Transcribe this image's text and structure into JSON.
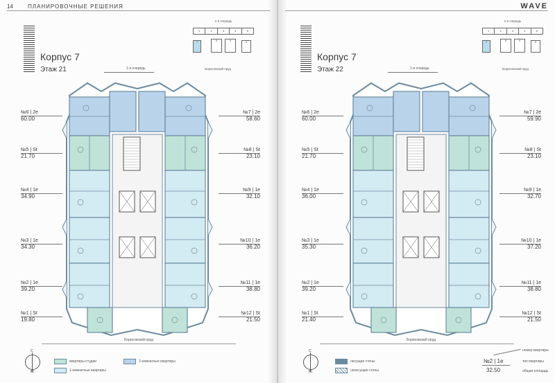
{
  "left": {
    "page_number": "14",
    "section_title": "ПЛАНИРОВОЧНЫЕ РЕШЕНИЯ",
    "building": "Корпус 7",
    "floor": "Этаж 21",
    "queue_label": "1-я очередь",
    "keyplan_label": "1-я очередь",
    "street_top": "Борисовский пруд",
    "street_bottom": "Борисовский пруд",
    "apartments_left": [
      {
        "num": "№6 | 2е",
        "area": "60.00"
      },
      {
        "num": "№5 | St",
        "area": "21.70"
      },
      {
        "num": "№4 | 1е",
        "area": "34.90"
      },
      {
        "num": "№3 | 1е",
        "area": "34.30"
      },
      {
        "num": "№2 | 1е",
        "area": "39.20"
      },
      {
        "num": "№1 | St",
        "area": "19.80"
      }
    ],
    "apartments_right": [
      {
        "num": "№7 | 2е",
        "area": "58.60"
      },
      {
        "num": "№8 | St",
        "area": "23.10"
      },
      {
        "num": "№9 | 1е",
        "area": "32.10"
      },
      {
        "num": "№10 | 1е",
        "area": "36.20"
      },
      {
        "num": "№11 | 1е",
        "area": "38.80"
      },
      {
        "num": "№12 | St",
        "area": "21.50"
      }
    ],
    "legend": {
      "studio": "квартиры-студии",
      "one_room": "1-комнатные квартиры",
      "two_room": "2-комнатные квартиры"
    },
    "compass": {
      "n": "С",
      "s": "Ю"
    }
  },
  "right": {
    "brand": "WAVE",
    "building": "Корпус 7",
    "floor": "Этаж 22",
    "queue_label": "1-я очередь",
    "keyplan_label": "1-я очередь",
    "street_top": "Борисовский пруд",
    "street_bottom": "Борисовский пруд",
    "apartments_left": [
      {
        "num": "№6 | 2е",
        "area": "60.00"
      },
      {
        "num": "№5 | St",
        "area": "21.70"
      },
      {
        "num": "№4 | 1е",
        "area": "36.00"
      },
      {
        "num": "№3 | 1е",
        "area": "35.30"
      },
      {
        "num": "№2 | 1е",
        "area": "39.20"
      },
      {
        "num": "№1 | St",
        "area": "21.40"
      }
    ],
    "apartments_right": [
      {
        "num": "№7 | 2е",
        "area": "59.90"
      },
      {
        "num": "№8 | St",
        "area": "23.10"
      },
      {
        "num": "№9 | 1е",
        "area": "32.70"
      },
      {
        "num": "№10 | 1е",
        "area": "37.20"
      },
      {
        "num": "№11 | 1е",
        "area": "38.80"
      },
      {
        "num": "№12 | St",
        "area": "21.50"
      }
    ],
    "legend": {
      "bearing": "несущие стены",
      "nonbearing": "ненесущие стены"
    },
    "key": {
      "num": "№2 | 1е",
      "area": "32.50",
      "num_text": "номер квартиры",
      "type_text": "тип квартиры",
      "area_text": "общая площадь"
    },
    "compass": {
      "n": "С",
      "s": "Ю"
    }
  },
  "colors": {
    "studio": "#bfe3d8",
    "one_room": "#d3ebf3",
    "two_room": "#b9d3ea",
    "wall": "#6a8aa0",
    "corridor": "#f4f4f4"
  }
}
